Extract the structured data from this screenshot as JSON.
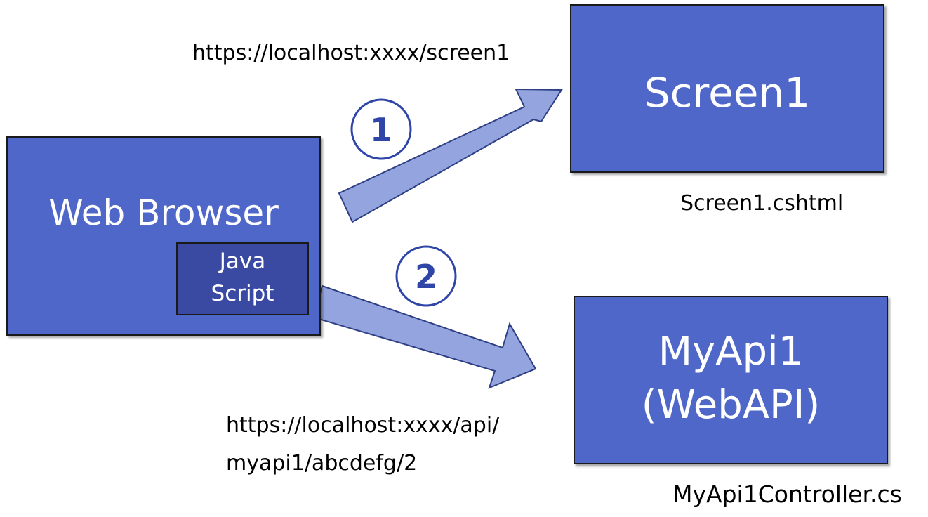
{
  "boxes": {
    "browser": "Web Browser",
    "javascript_line1": "Java",
    "javascript_line2": "Script",
    "screen1": "Screen1",
    "myapi_line1": "MyApi1",
    "myapi_line2": "(WebAPI)"
  },
  "labels": {
    "url1": "https://localhost:xxxx/screen1",
    "url2_line1": "https://localhost:xxxx/api/",
    "url2_line2": "myapi1/abcdefg/2",
    "screen1_file": "Screen1.cshtml",
    "myapi_file": "MyApi1Controller.cs"
  },
  "steps": {
    "step1": "1",
    "step2": "2"
  },
  "colors": {
    "box_fill": "#4f67c9",
    "inner_box_fill": "#3a4aa3",
    "arrow_fill": "#93a4de",
    "step_color": "#2f45a8"
  }
}
